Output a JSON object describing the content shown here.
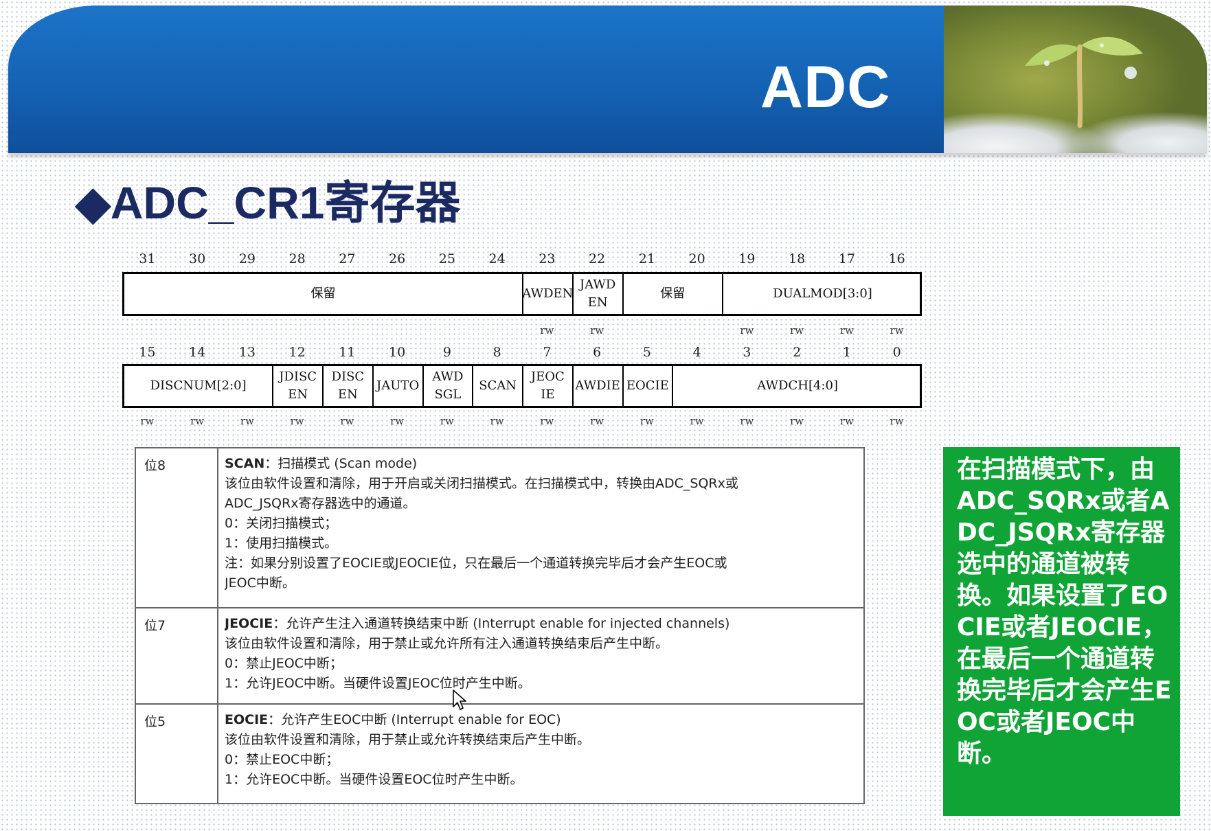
{
  "header": {
    "title": "ADC"
  },
  "section": {
    "marker": "◆",
    "title": "ADC_CR1寄存器"
  },
  "register": {
    "upper_bits": [
      "31",
      "30",
      "29",
      "28",
      "27",
      "26",
      "25",
      "24",
      "23",
      "22",
      "21",
      "20",
      "19",
      "18",
      "17",
      "16"
    ],
    "upper_fields": [
      {
        "name": "保留",
        "span": 8
      },
      {
        "name": "AWDEN",
        "span": 1
      },
      {
        "name": "JAWD\nEN",
        "span": 1
      },
      {
        "name": "保留",
        "span": 2
      },
      {
        "name": "DUALMOD[3:0]",
        "span": 4
      }
    ],
    "upper_access": [
      "",
      "",
      "",
      "",
      "",
      "",
      "",
      "",
      "rw",
      "rw",
      "",
      "",
      "rw",
      "rw",
      "rw",
      "rw"
    ],
    "lower_bits": [
      "15",
      "14",
      "13",
      "12",
      "11",
      "10",
      "9",
      "8",
      "7",
      "6",
      "5",
      "4",
      "3",
      "2",
      "1",
      "0"
    ],
    "lower_fields": [
      {
        "name": "DISCNUM[2:0]",
        "span": 3
      },
      {
        "name": "JDISC\nEN",
        "span": 1
      },
      {
        "name": "DISC\nEN",
        "span": 1
      },
      {
        "name": "JAUTO",
        "span": 1
      },
      {
        "name": "AWD\nSGL",
        "span": 1
      },
      {
        "name": "SCAN",
        "span": 1
      },
      {
        "name": "JEOC\nIE",
        "span": 1
      },
      {
        "name": "AWDIE",
        "span": 1
      },
      {
        "name": "EOCIE",
        "span": 1
      },
      {
        "name": "AWDCH[4:0]",
        "span": 5
      }
    ],
    "lower_access": [
      "rw",
      "rw",
      "rw",
      "rw",
      "rw",
      "rw",
      "rw",
      "rw",
      "rw",
      "rw",
      "rw",
      "rw",
      "rw",
      "rw",
      "rw",
      "rw"
    ]
  },
  "descriptions": [
    {
      "bit": "位8",
      "name": "SCAN",
      "title": "：扫描模式 (Scan mode)",
      "lines": [
        "该位由软件设置和清除，用于开启或关闭扫描模式。在扫描模式中，转换由ADC_SQRx或",
        "ADC_JSQRx寄存器选中的通道。",
        "0：关闭扫描模式；",
        "1：使用扫描模式。",
        "注：如果分别设置了EOCIE或JEOCIE位，只在最后一个通道转换完毕后才会产生EOC或",
        "JEOC中断。"
      ]
    },
    {
      "bit": "位7",
      "name": "JEOCIE",
      "title": "：允许产生注入通道转换结束中断 (Interrupt enable for injected channels)",
      "lines": [
        "该位由软件设置和清除，用于禁止或允许所有注入通道转换结束后产生中断。",
        "0：禁止JEOC中断；",
        "1：允许JEOC中断。当硬件设置JEOC位时产生中断。"
      ]
    },
    {
      "bit": "位5",
      "name": "EOCIE",
      "title": "：允许产生EOC中断 (Interrupt enable for EOC)",
      "lines": [
        "该位由软件设置和清除，用于禁止或允许转换结束后产生中断。",
        "0：禁止EOC中断；",
        "1：允许EOC中断。当硬件设置EOC位时产生中断。"
      ]
    }
  ],
  "note": {
    "text": "在扫描模式下，由ADC_SQRx或者ADC_JSQRx寄存器选中的通道被转换。如果设置了EOCIE或者JEOCIE，在最后一个通道转换完毕后才会产生EOC或者JEOC中断。"
  },
  "colors": {
    "header_blue": "#1462b4",
    "title_navy": "#1b2a63",
    "note_green": "#10a437"
  },
  "icons": {
    "cursor": "mouse-pointer-icon"
  }
}
